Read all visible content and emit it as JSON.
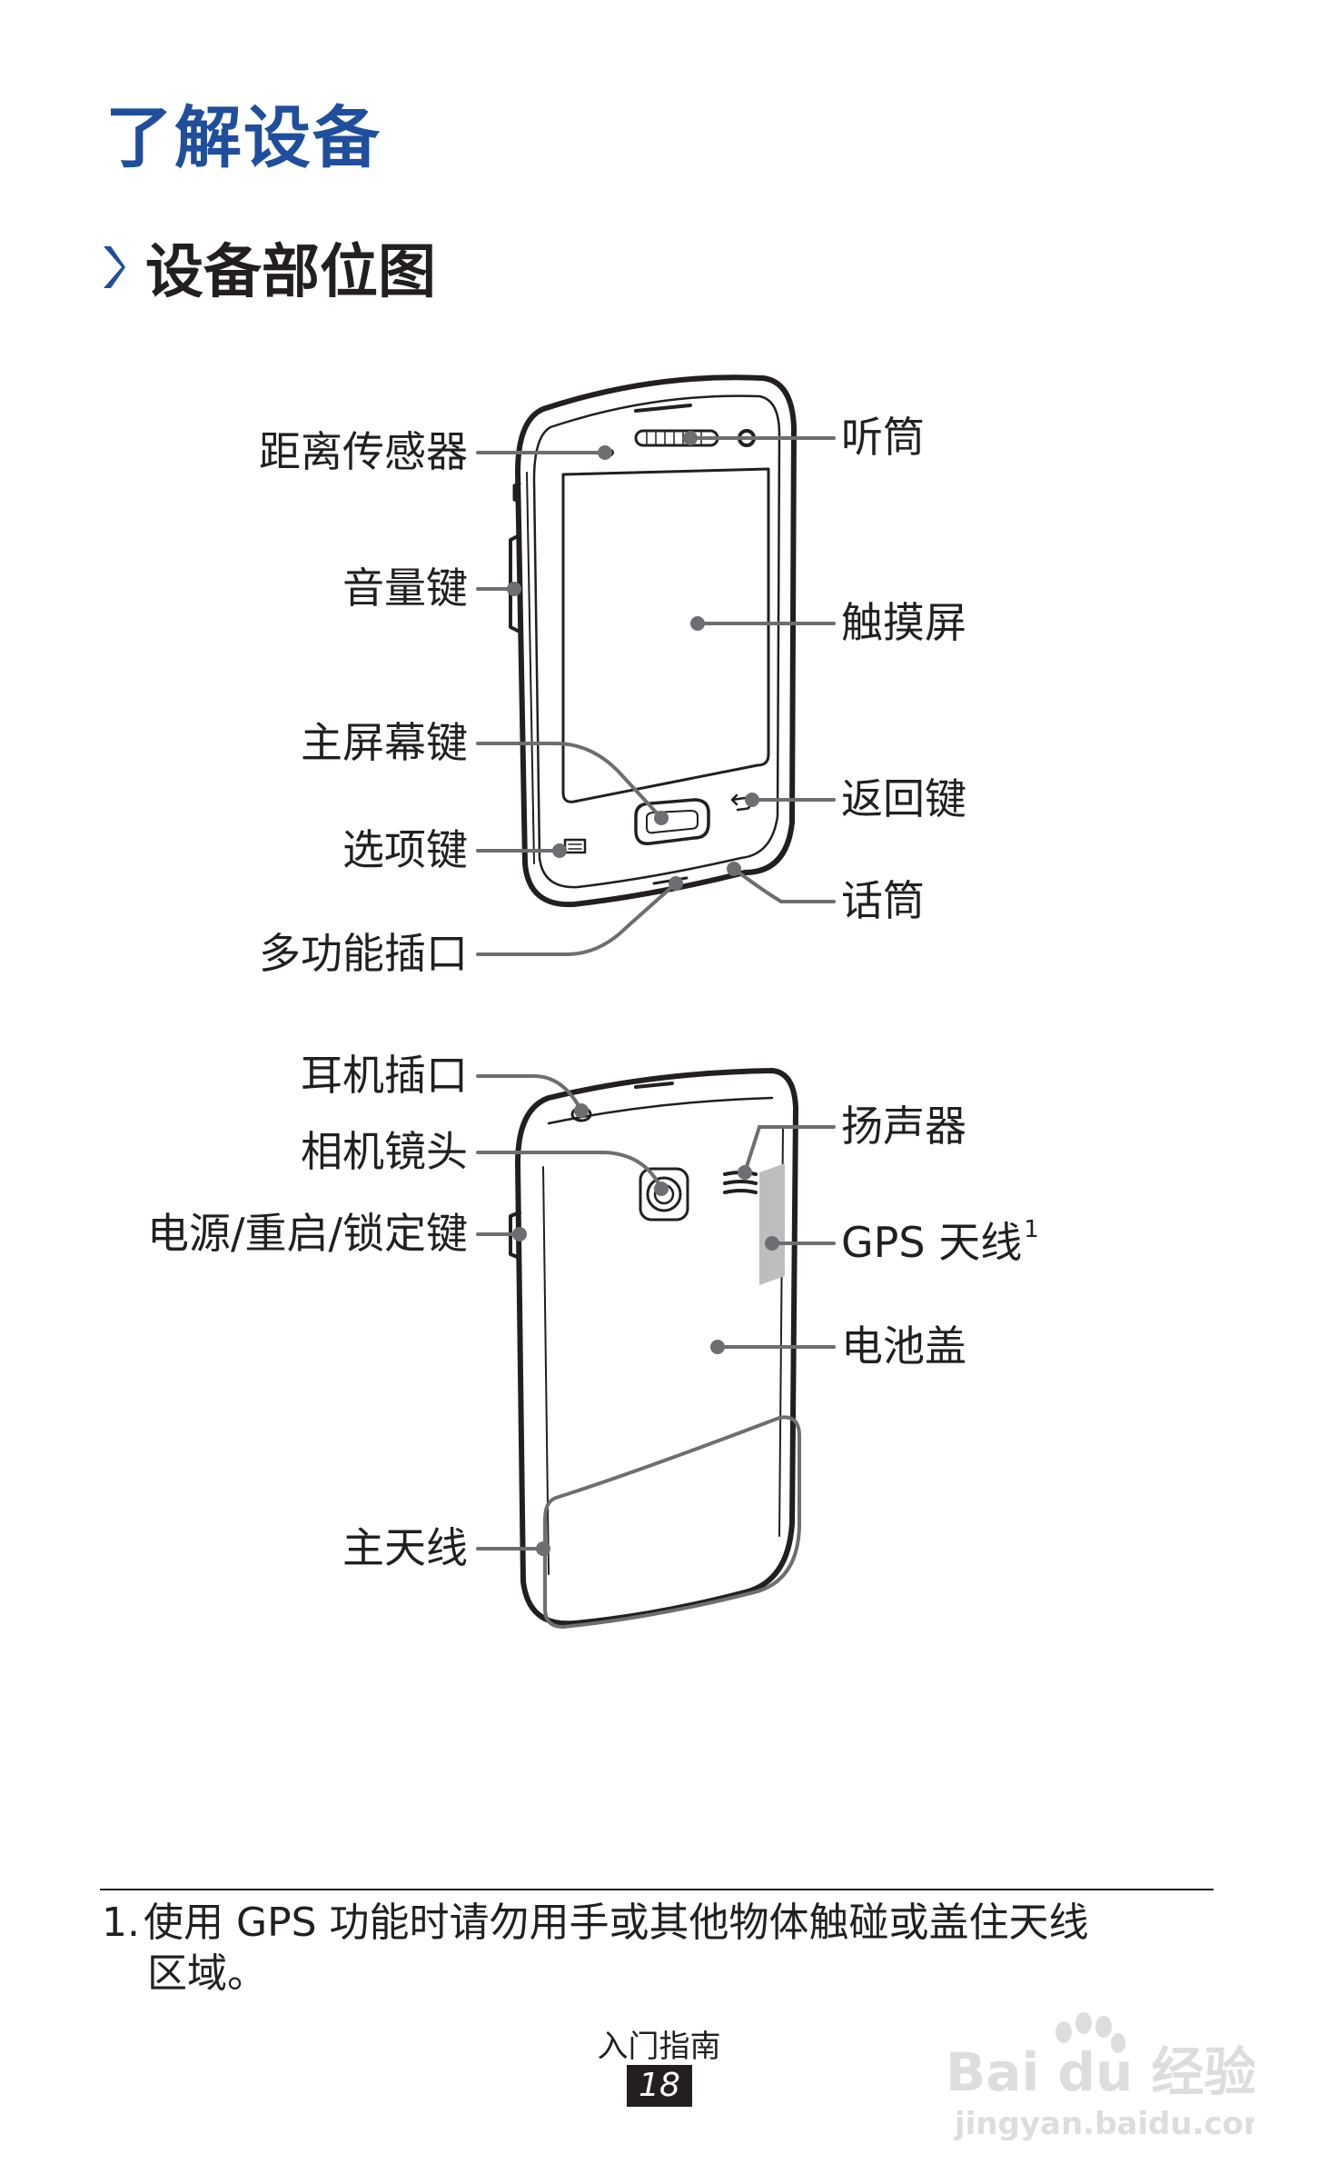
{
  "page": {
    "title": "了解设备",
    "section_title": "设备部位图",
    "footer_label": "入门指南",
    "page_number": "18"
  },
  "front_labels": {
    "proximity_sensor": "距离传感器",
    "earpiece": "听筒",
    "volume_key": "音量键",
    "touch_screen": "触摸屏",
    "home_key": "主屏幕键",
    "back_key": "返回键",
    "menu_key": "选项键",
    "microphone": "话筒",
    "multifunction_jack": "多功能插口"
  },
  "back_labels": {
    "headset_jack": "耳机插口",
    "speaker": "扬声器",
    "camera_lens": "相机镜头",
    "power_key": "电源/重启/锁定键",
    "gps_antenna": "GPS 天线",
    "gps_footnote_mark": "1",
    "battery_cover": "电池盖",
    "main_antenna": "主天线"
  },
  "footnote": {
    "number": "1.",
    "line1": "使用 GPS 功能时请勿用手或其他物体触碰或盖住天线",
    "line2": "区域。"
  },
  "watermark": {
    "brand": "Bai du 经验",
    "url": "jingyan.baidu.com"
  },
  "colors": {
    "title_blue": "#1f4e9c",
    "ink": "#231f20",
    "callout_gray": "#6d6e71"
  }
}
